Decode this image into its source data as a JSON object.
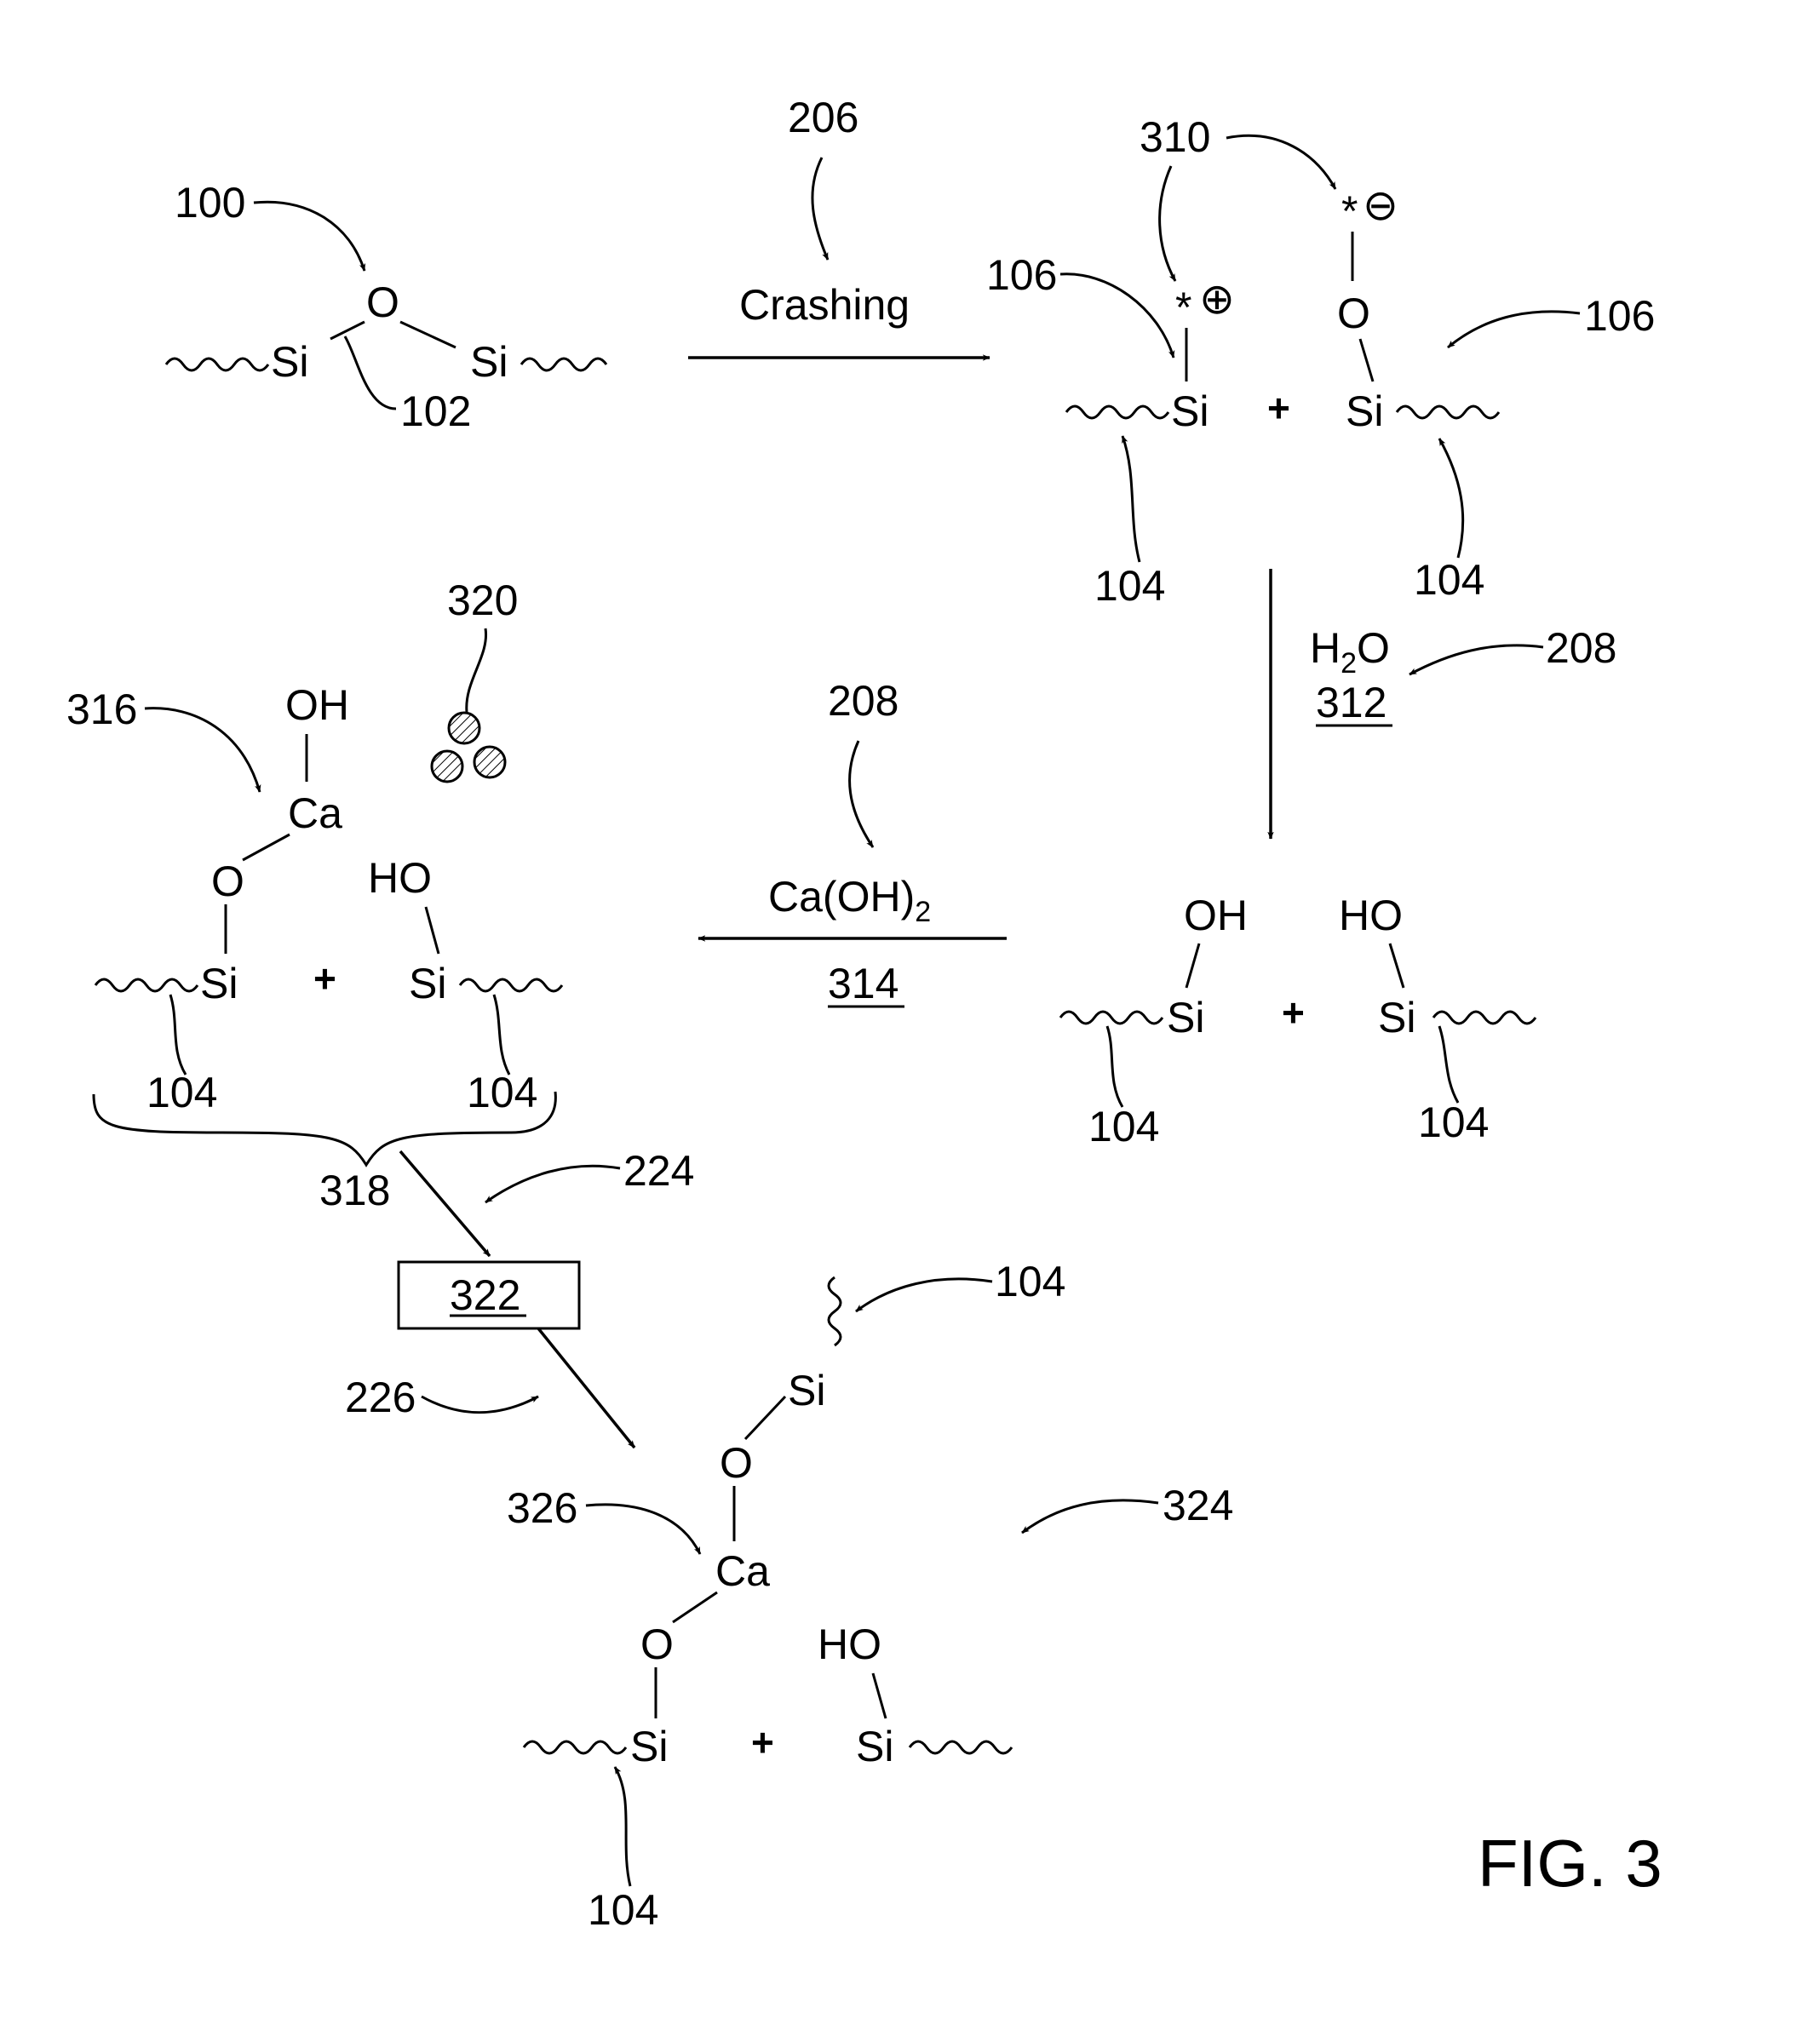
{
  "figure_label": "FIG. 3",
  "atoms": {
    "Si": "Si",
    "O": "O",
    "Ca": "Ca",
    "OH": "OH",
    "HO": "HO",
    "plus": "+",
    "star": "*",
    "plus_charge": "⊕",
    "minus_charge": "⊖"
  },
  "steps": {
    "crashing": "Crashing",
    "water_h": "H",
    "water_2": "2",
    "water_o": "O",
    "water_ref": "312",
    "lime_prefix": "Ca(OH)",
    "lime_2": "2",
    "lime_ref": "314",
    "box_ref": "322"
  },
  "refs": {
    "r100": "100",
    "r102": "102",
    "r206": "206",
    "r310": "310",
    "r106": "106",
    "r104": "104",
    "r208": "208",
    "r320": "320",
    "r316": "316",
    "r318": "318",
    "r224": "224",
    "r226": "226",
    "r326": "326",
    "r324": "324"
  }
}
